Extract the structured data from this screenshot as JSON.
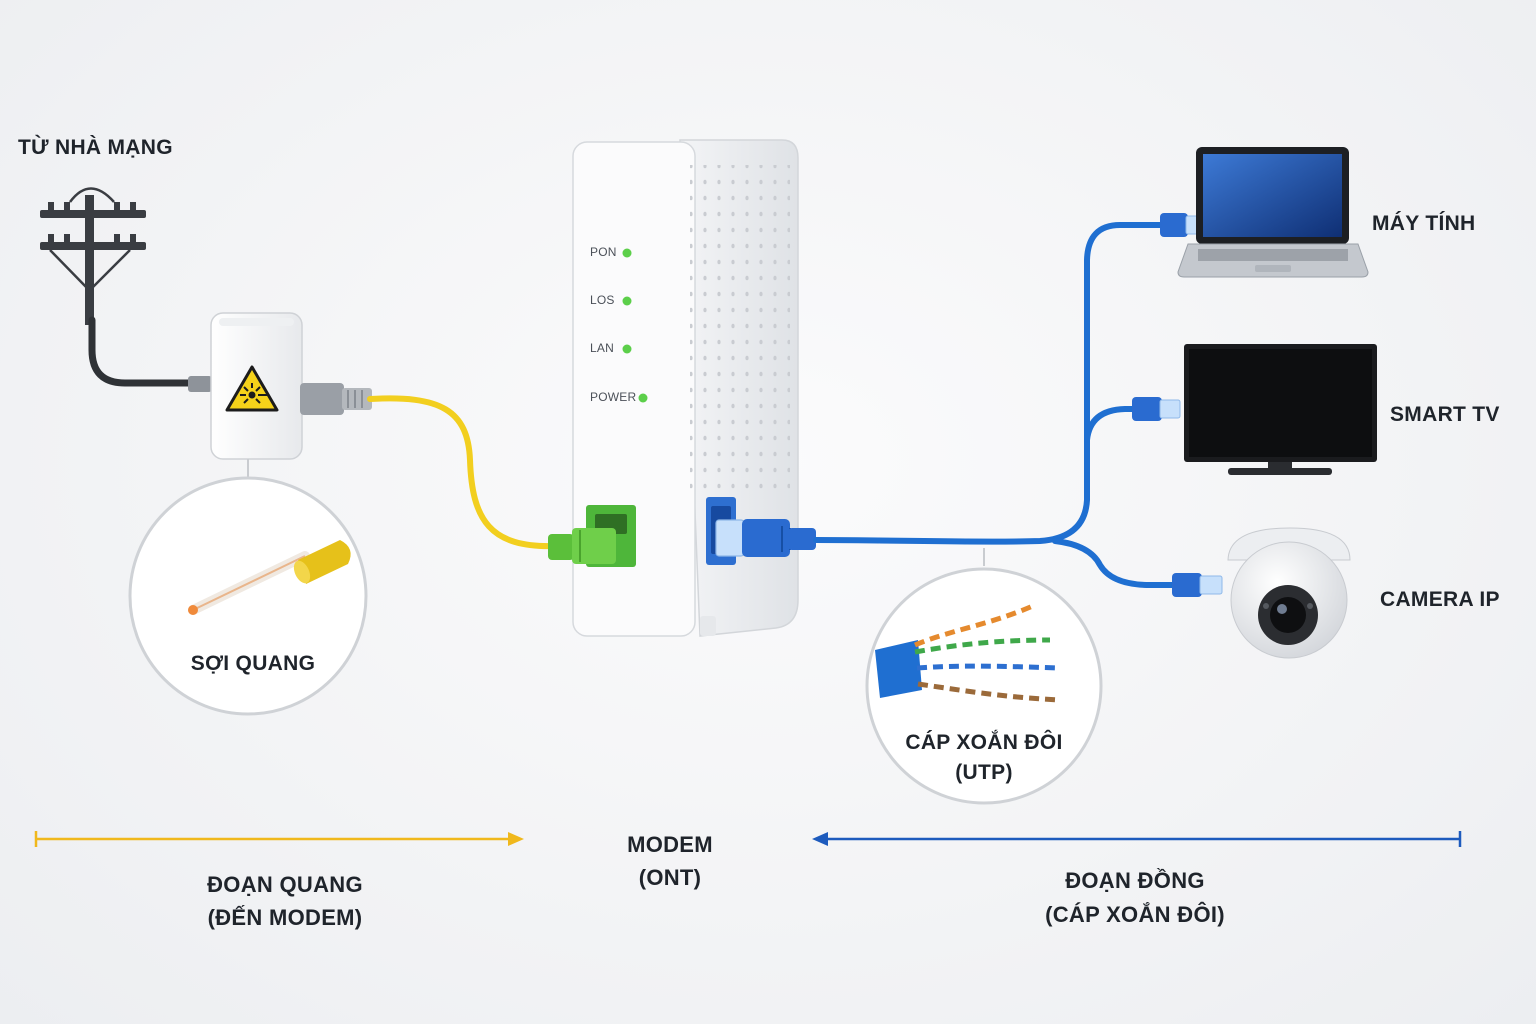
{
  "labels": {
    "isp": "TỪ NHÀ MẠNG",
    "fiber": "SỢI QUANG",
    "modem_line1": "MODEM",
    "modem_line2": "(ONT)",
    "utp_line1": "CÁP XOẮN ĐÔI",
    "utp_line2": "(UTP)",
    "computer": "MÁY TÍNH",
    "tv": "SMART TV",
    "camera": "CAMERA IP",
    "optical_line1": "ĐOẠN QUANG",
    "optical_line2": "(ĐẾN MODEM)",
    "copper_line1": "ĐOẠN ĐỒNG",
    "copper_line2": "(CÁP XOẮN ĐÔI)"
  },
  "leds": [
    "PON",
    "LOS",
    "LAN",
    "POWER"
  ],
  "colors": {
    "fiber_cable": "#f2cf1f",
    "utp_cable": "#1f6fd1",
    "led": "#5ccf4a",
    "sc_connector": "#5bbf3a",
    "optical_arrow": "#f0b81c",
    "copper_arrow": "#1d5bbd",
    "warning": "#f5d21a"
  },
  "icons": [
    "utility-pole-icon",
    "laser-warning-icon",
    "laptop-icon",
    "tv-icon",
    "dome-camera-icon"
  ]
}
